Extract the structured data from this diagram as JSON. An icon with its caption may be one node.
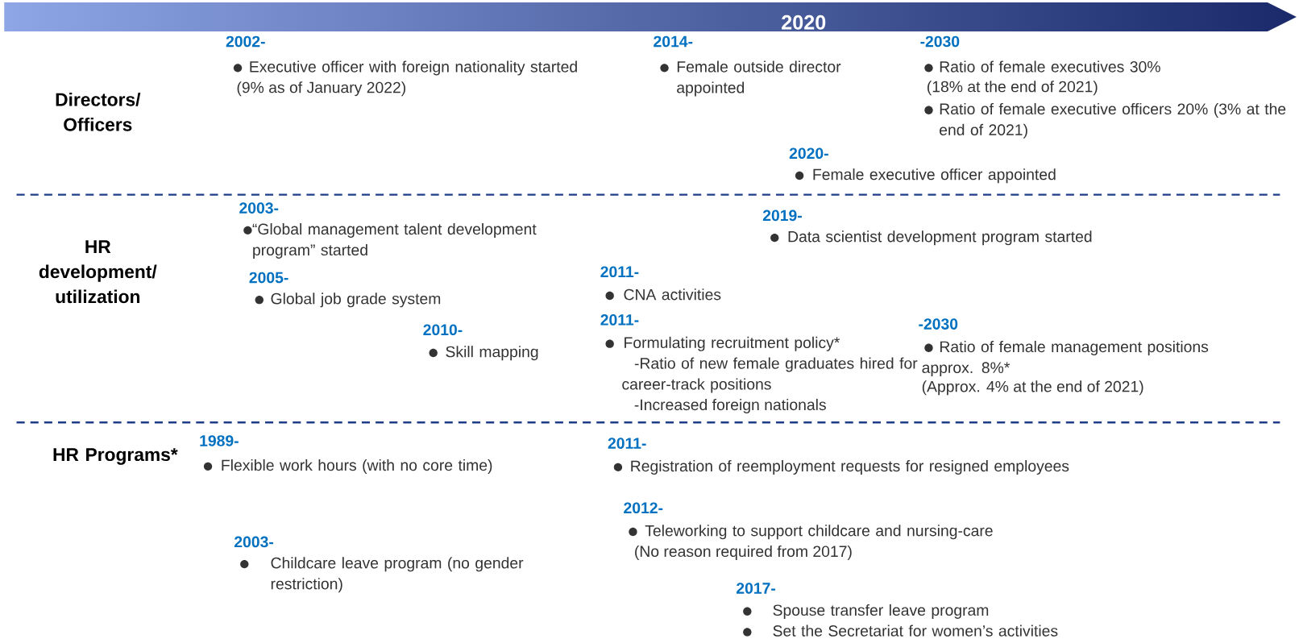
{
  "diagram": {
    "nodes": [
      {
        "text": [
          "2020"
        ]
      }
    ],
    "labels": [
      "Directors/ Officers",
      "2002-",
      "Executive officer with foreign nationality started",
      "(9% as of January 2022)",
      "2014-",
      "Female outside director appointed",
      "-2030",
      "Ratio of female executives 30%",
      "(18% at the end of 2021)",
      "Ratio of female executive officers 20% (3% at the end of 2021)",
      "2020-",
      "Female executive officer appointed",
      "HR development/ utilization",
      "2003-",
      "“Global management talent development program” started",
      "2005-",
      "Global job grade system",
      "2019-",
      "Data scientist development program started",
      "2011-",
      "CNA activities",
      "2010-",
      "Skill mapping",
      "2011-",
      "Formulating recruitment policy*",
      "-Ratio of new female graduates hired for career-track positions",
      "-Increased foreign nationals",
      "-2030",
      "Ratio of female management positions approx. 8%*",
      "(Approx. 4% at the end of 2021)",
      "HR Programs*",
      "1989-",
      "Flexible work hours (with no core time)",
      "2011-",
      "Registration of reemployment requests for resigned employees",
      "2012-",
      "Teleworking to support childcare and nursing-care",
      "(No reason required from 2017)",
      "2003-",
      "Childcare leave program (no gender restriction)",
      "2017-",
      "Spouse transfer leave program",
      "Set the Secretariat for women’s activities"
    ]
  }
}
